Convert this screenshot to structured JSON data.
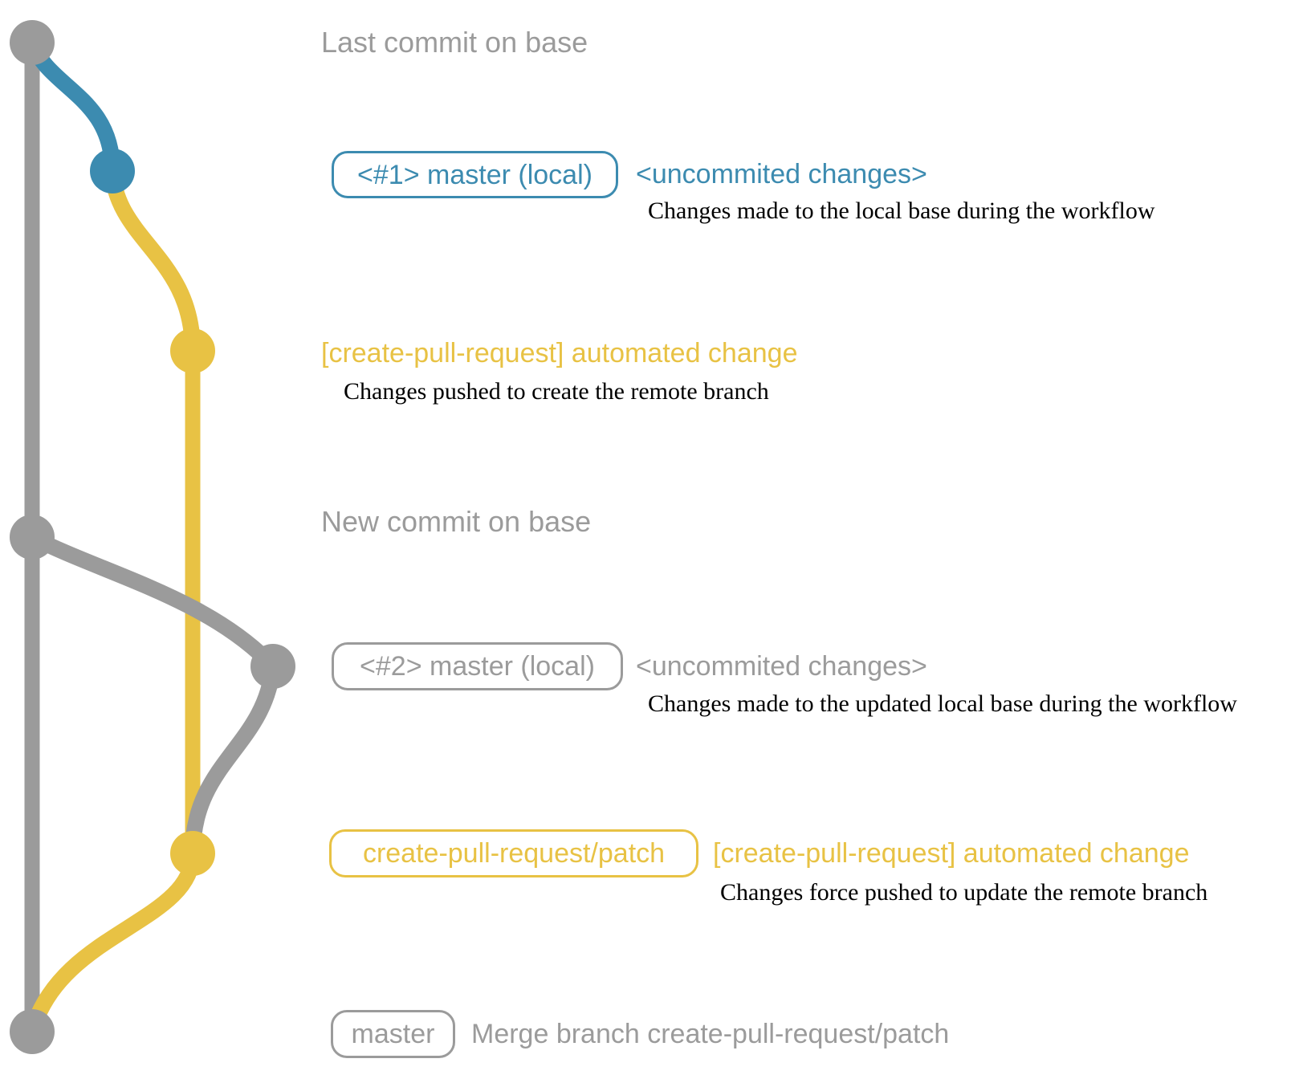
{
  "colors": {
    "gray": "#9b9b9b",
    "blue": "#3c8bb0",
    "yellow": "#e8c244",
    "note": "#000000"
  },
  "rows": {
    "row1": {
      "label": "Last commit on base"
    },
    "row2": {
      "badge": "<#1> master (local)",
      "side": "<uncommited changes>",
      "note": "Changes made to the local base during the workflow"
    },
    "row3": {
      "side": "[create-pull-request] automated change",
      "note": "Changes pushed to create the remote branch"
    },
    "row4": {
      "label": "New commit on base"
    },
    "row5": {
      "badge": "<#2> master (local)",
      "side": "<uncommited changes>",
      "note": "Changes made to the updated local base during the workflow"
    },
    "row6": {
      "badge": "create-pull-request/patch",
      "side": "[create-pull-request] automated change",
      "note": "Changes force pushed to update the remote branch"
    },
    "row7": {
      "badge": "master",
      "side": "Merge branch create-pull-request/patch"
    }
  },
  "graph": {
    "commit_dot_colors_top_to_bottom": [
      "gray",
      "blue",
      "yellow",
      "gray",
      "gray",
      "yellow",
      "gray"
    ],
    "branch_line_colors": [
      "gray",
      "blue",
      "yellow"
    ]
  }
}
